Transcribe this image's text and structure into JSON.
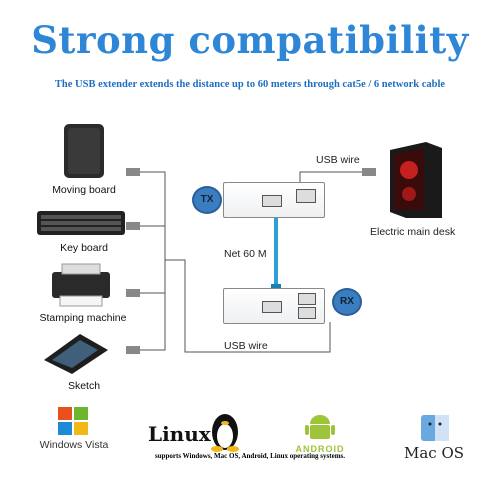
{
  "header": {
    "title": "Strong compatibility",
    "subtitle": "The USB extender extends the distance up to 60 meters through cat5e / 6 network cable"
  },
  "colors": {
    "title": "#2e86d6",
    "subtitle": "#1f6fc0",
    "cable": "#2aa0d6",
    "accent": "#3a7dc0"
  },
  "devices": [
    {
      "label": "Moving board",
      "icon": "hard-drive-icon"
    },
    {
      "label": "Key board",
      "icon": "keyboard-icon"
    },
    {
      "label": "Stamping machine",
      "icon": "printer-icon"
    },
    {
      "label": "Sketch",
      "icon": "scanner-icon"
    }
  ],
  "diagram": {
    "tx_label": "TX",
    "rx_label": "RX",
    "net_label": "Net 60 M",
    "usb_wire_top": "USB wire",
    "usb_wire_bottom": "USB wire",
    "computer_label": "Electric main desk"
  },
  "os_logos": [
    {
      "label": "Windows Vista",
      "icon": "windows-logo-icon"
    },
    {
      "label": "Linux",
      "icon": "linux-tux-icon"
    },
    {
      "label": "ANDROID",
      "icon": "android-logo-icon"
    },
    {
      "label": "Mac OS",
      "icon": "mac-finder-icon"
    }
  ],
  "footer": {
    "text": "supports Windows, Mac OS, Android, Linux operating systems."
  }
}
